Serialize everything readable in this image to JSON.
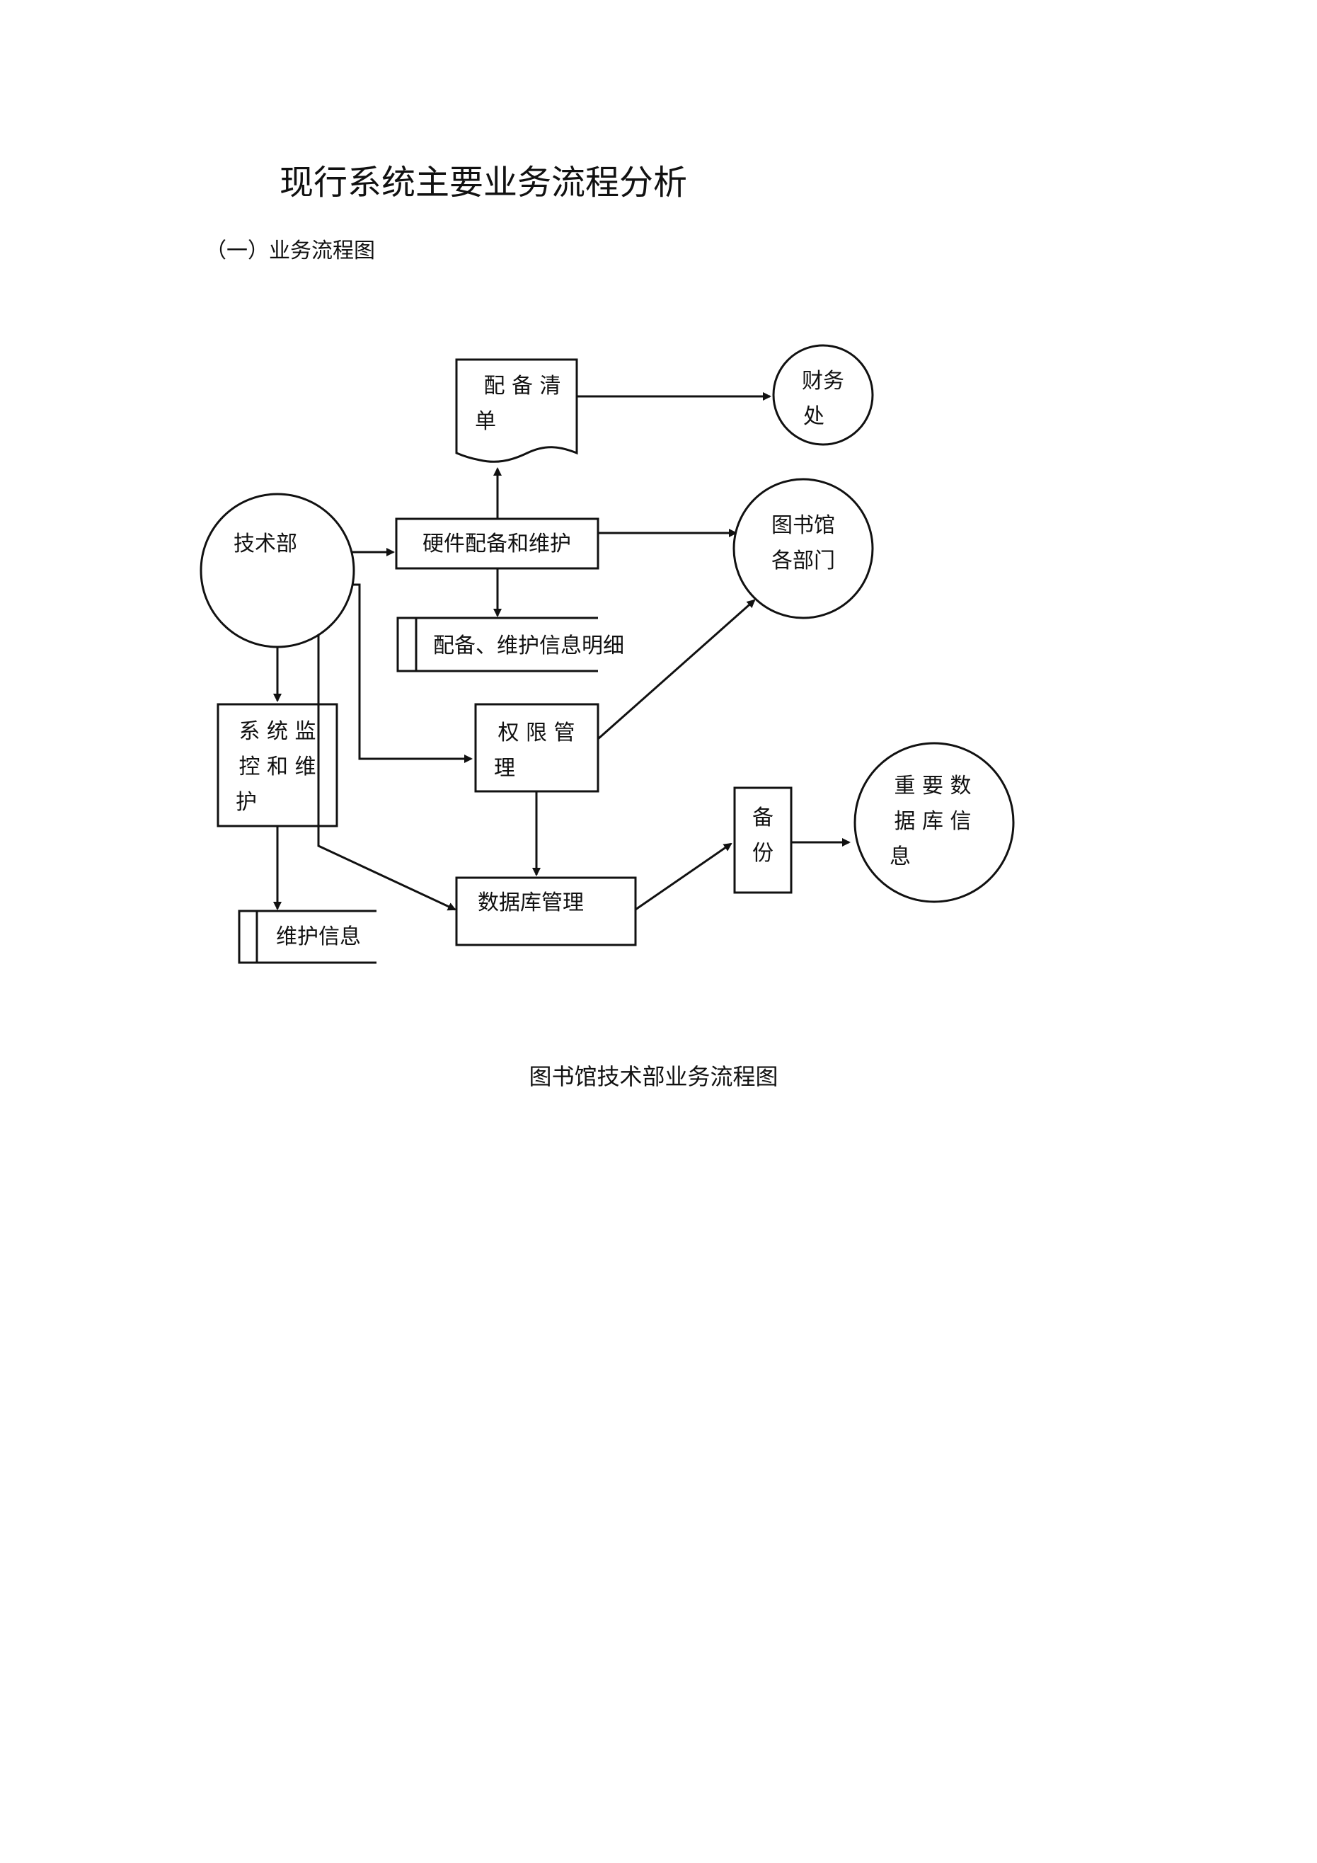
{
  "document": {
    "title": "现行系统主要业务流程分析",
    "section_heading": "（一）业务流程图",
    "figure_caption": "图书馆技术部业务流程图"
  },
  "diagram": {
    "nodes": {
      "tech_dept": {
        "kind": "external-entity",
        "lines": [
          "技术部"
        ]
      },
      "finance": {
        "kind": "external-entity",
        "lines": [
          "财务",
          "处"
        ]
      },
      "library_depts": {
        "kind": "external-entity",
        "lines": [
          "图书馆",
          "各部门"
        ]
      },
      "important_db_info": {
        "kind": "external-entity",
        "lines": [
          "重 要 数",
          "据 库 信",
          "息"
        ]
      },
      "equipment_list": {
        "kind": "document",
        "lines": [
          "配 备 清",
          "单"
        ]
      },
      "hardware_maint": {
        "kind": "process",
        "lines": [
          "硬件配备和维护"
        ]
      },
      "equip_maint_details": {
        "kind": "data-store",
        "lines": [
          "配备、维护信息明细"
        ]
      },
      "permission_mgmt": {
        "kind": "process",
        "lines": [
          "权 限 管",
          "理"
        ]
      },
      "system_monitor": {
        "kind": "process",
        "lines": [
          "系 统 监",
          "控 和 维",
          "护"
        ]
      },
      "maint_info": {
        "kind": "data-store",
        "lines": [
          "维护信息"
        ]
      },
      "db_mgmt": {
        "kind": "process",
        "lines": [
          "数据库管理"
        ]
      },
      "backup": {
        "kind": "process",
        "lines": [
          "备",
          "份"
        ]
      }
    },
    "edges": [
      {
        "from": "tech_dept",
        "to": "hardware_maint"
      },
      {
        "from": "hardware_maint",
        "to": "equipment_list"
      },
      {
        "from": "equipment_list",
        "to": "finance"
      },
      {
        "from": "hardware_maint",
        "to": "library_depts"
      },
      {
        "from": "hardware_maint",
        "to": "equip_maint_details"
      },
      {
        "from": "tech_dept",
        "to": "system_monitor"
      },
      {
        "from": "tech_dept",
        "to": "permission_mgmt"
      },
      {
        "from": "tech_dept",
        "to": "db_mgmt"
      },
      {
        "from": "permission_mgmt",
        "to": "library_depts"
      },
      {
        "from": "permission_mgmt",
        "to": "db_mgmt"
      },
      {
        "from": "system_monitor",
        "to": "maint_info"
      },
      {
        "from": "db_mgmt",
        "to": "backup"
      },
      {
        "from": "backup",
        "to": "important_db_info"
      }
    ]
  }
}
